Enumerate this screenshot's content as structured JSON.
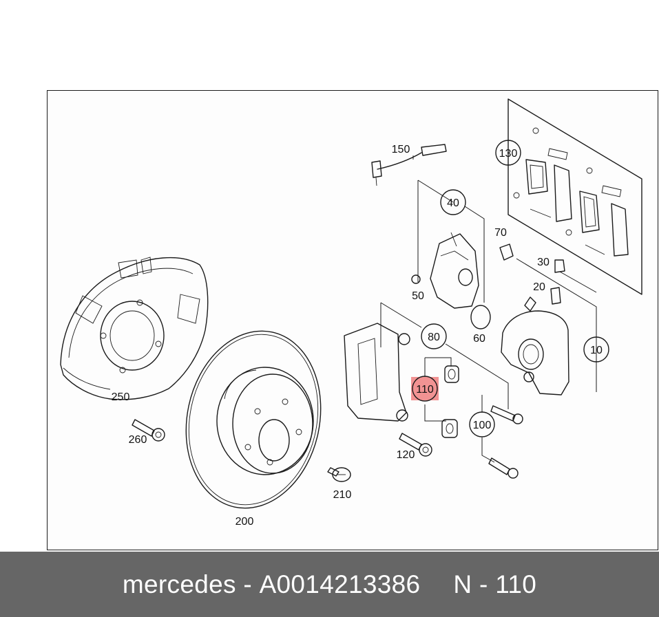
{
  "diagram": {
    "labels": {
      "p10": "10",
      "p20": "20",
      "p30": "30",
      "p40": "40",
      "p50": "50",
      "p60": "60",
      "p70": "70",
      "p80": "80",
      "p100": "100",
      "p110": "110",
      "p120": "120",
      "p130": "130",
      "p150": "150",
      "p200": "200",
      "p210": "210",
      "p250": "250",
      "p260": "260"
    },
    "highlight_color": "#f08080"
  },
  "footer": {
    "brand": "mercedes",
    "separator": "-",
    "part_number": "A0014213386",
    "position_prefix": "N",
    "position_separator": "-",
    "position_number": "110"
  }
}
